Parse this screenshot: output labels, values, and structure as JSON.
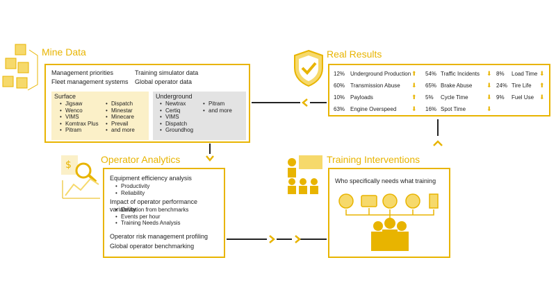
{
  "mine_data": {
    "title": "Mine Data",
    "items": [
      "Management priorities",
      "Fleet management systems",
      "Training simulator data",
      "Global operator data"
    ],
    "surface": {
      "heading": "Surface",
      "col1": [
        "Jigsaw",
        "Wenco",
        "VIMS",
        "Komtrax Plus",
        "Pitram"
      ],
      "col2": [
        "Dispatch",
        "Minestar",
        "Minecare",
        "Prevail",
        "and more"
      ]
    },
    "underground": {
      "heading": "Underground",
      "col1": [
        "Newtrax",
        "Certiq",
        "VIMS",
        "Dispatch",
        "Groundhog"
      ],
      "col2": [
        "Pitram",
        "and more"
      ]
    }
  },
  "real_results": {
    "title": "Real Results",
    "col1": [
      {
        "pct": "12%",
        "label": "Underground Production"
      },
      {
        "pct": "60%",
        "label": "Transmission Abuse"
      },
      {
        "pct": "10%",
        "label": "Payloads"
      },
      {
        "pct": "63%",
        "label": "Engine Overspeed"
      }
    ],
    "col2": [
      {
        "pct": "54%",
        "label": "Traffic Incidents"
      },
      {
        "pct": "65%",
        "label": "Brake Abuse"
      },
      {
        "pct": "5%",
        "label": "Cycle Time"
      },
      {
        "pct": "16%",
        "label": "Spot Time"
      }
    ],
    "col3": [
      {
        "pct": "8%",
        "label": "Load Time"
      },
      {
        "pct": "24%",
        "label": "Tire Life"
      },
      {
        "pct": "9%",
        "label": "Fuel Use"
      }
    ]
  },
  "operator_analytics": {
    "title": "Operator Analytics",
    "sections": [
      {
        "heading": "Equipment efficiency analysis",
        "items": [
          "Productivity",
          "Reliability"
        ]
      },
      {
        "heading": "Impact of operator performance variability",
        "items": [
          "Deviation from benchmarks",
          "Events per hour",
          "Training Needs Analysis"
        ]
      }
    ],
    "footer": [
      "Operator risk management profiling",
      "Global operator benchmarking"
    ]
  },
  "training_interventions": {
    "title": "Training Interventions",
    "subtitle": "Who specifically needs what training"
  },
  "colors": {
    "accent": "#E8B400",
    "accent_light": "#F6D96B",
    "surface_bg": "#FBF0C8",
    "underground_bg": "#E3E3E3"
  }
}
